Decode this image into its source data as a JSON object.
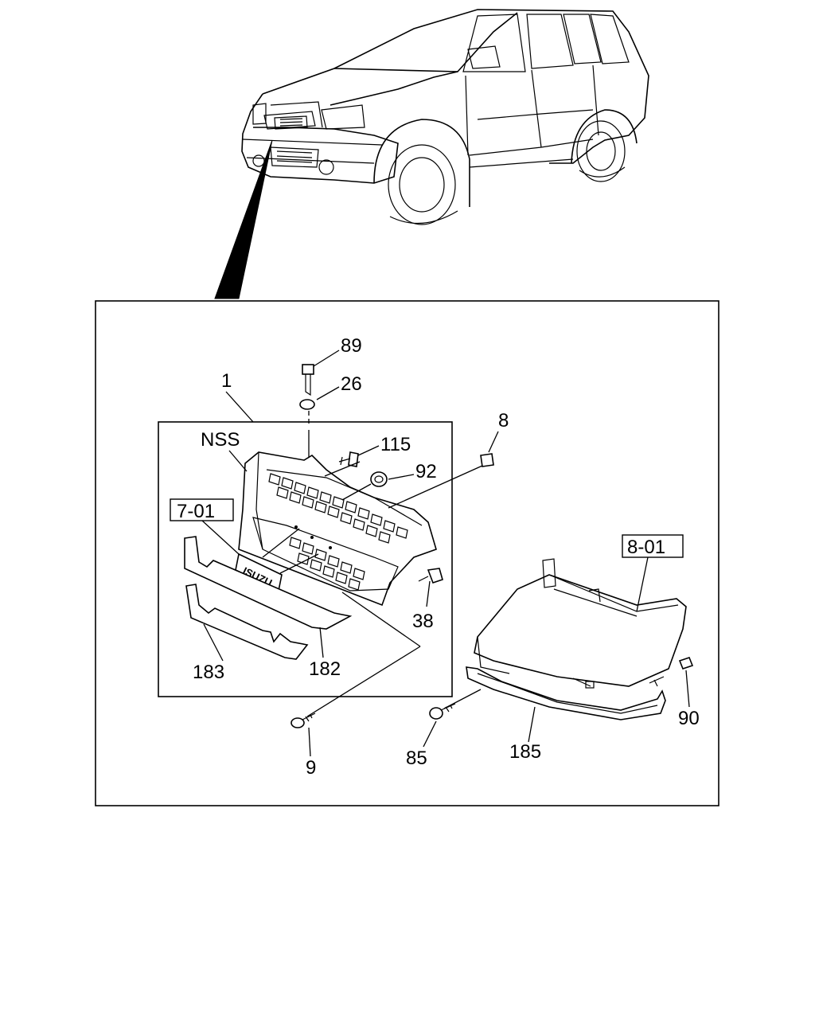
{
  "diagram": {
    "callouts": {
      "c89": "89",
      "c26": "26",
      "c1": "1",
      "cNSS": "NSS",
      "c115": "115",
      "c8": "8",
      "c92": "92",
      "c701": "7-01",
      "c801": "8-01",
      "c38": "38",
      "c183": "183",
      "c182": "182",
      "c90": "90",
      "c9": "9",
      "c85": "85",
      "c185": "185"
    },
    "emblem_text": "ISUZU"
  }
}
